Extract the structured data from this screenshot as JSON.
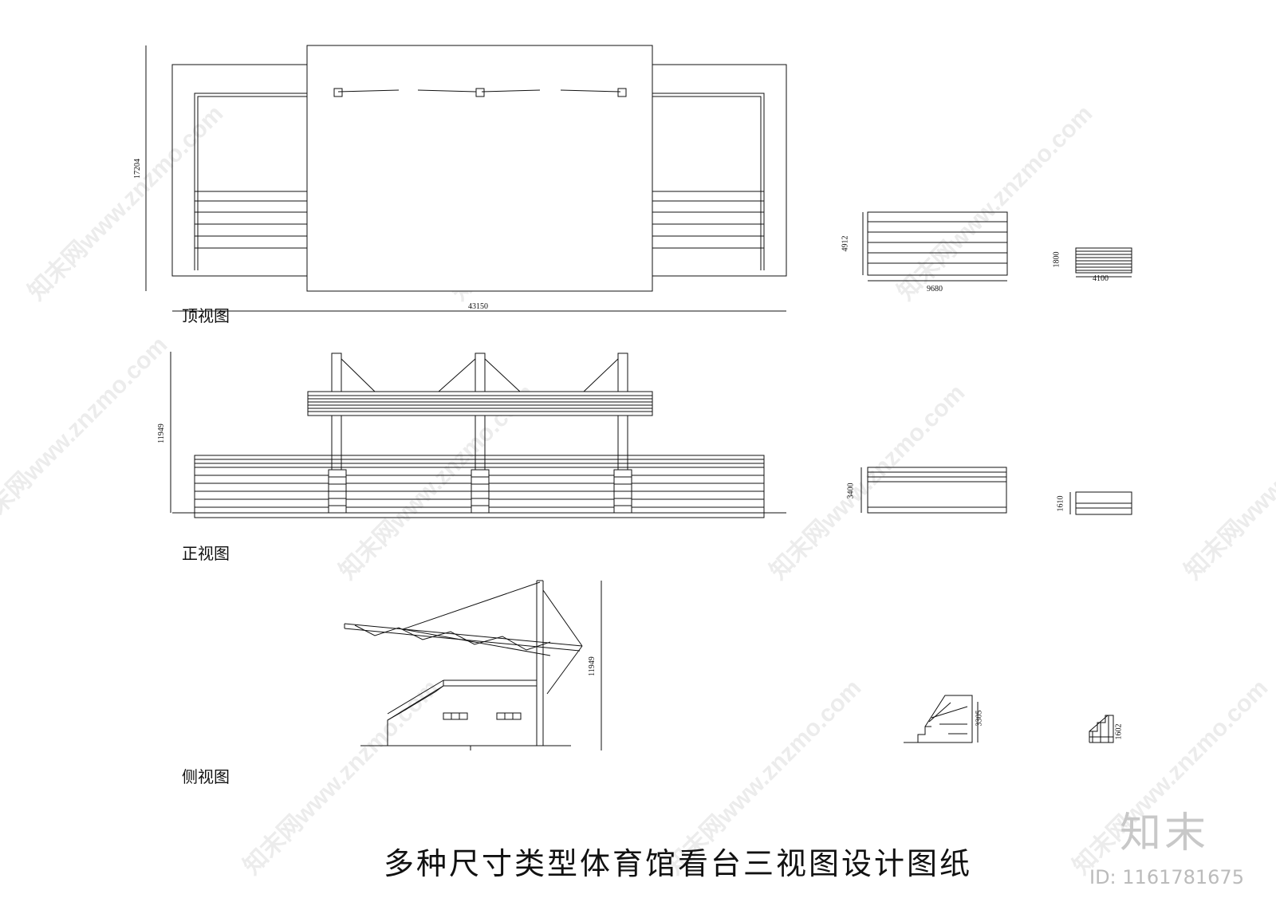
{
  "drawing": {
    "title": "多种尺寸类型体育馆看台三视图设计图纸",
    "views": {
      "top": "顶视图",
      "front": "正视图",
      "side": "侧视图"
    },
    "dimensions": {
      "top_height": "17204",
      "top_width": "43150",
      "front_height": "11949",
      "side_height": "11949",
      "small_a_height": "4912",
      "small_a_width": "9680",
      "small_b_height": "1800",
      "small_b_width": "4100",
      "small_a_front_height": "3400",
      "small_b_front_height": "1610",
      "small_a_side_height": "3305",
      "small_b_side_height": "1602"
    }
  },
  "watermark": {
    "text": "知末网www.znzmo.com",
    "brand": "知末",
    "image_id": "ID: 1161781675"
  }
}
